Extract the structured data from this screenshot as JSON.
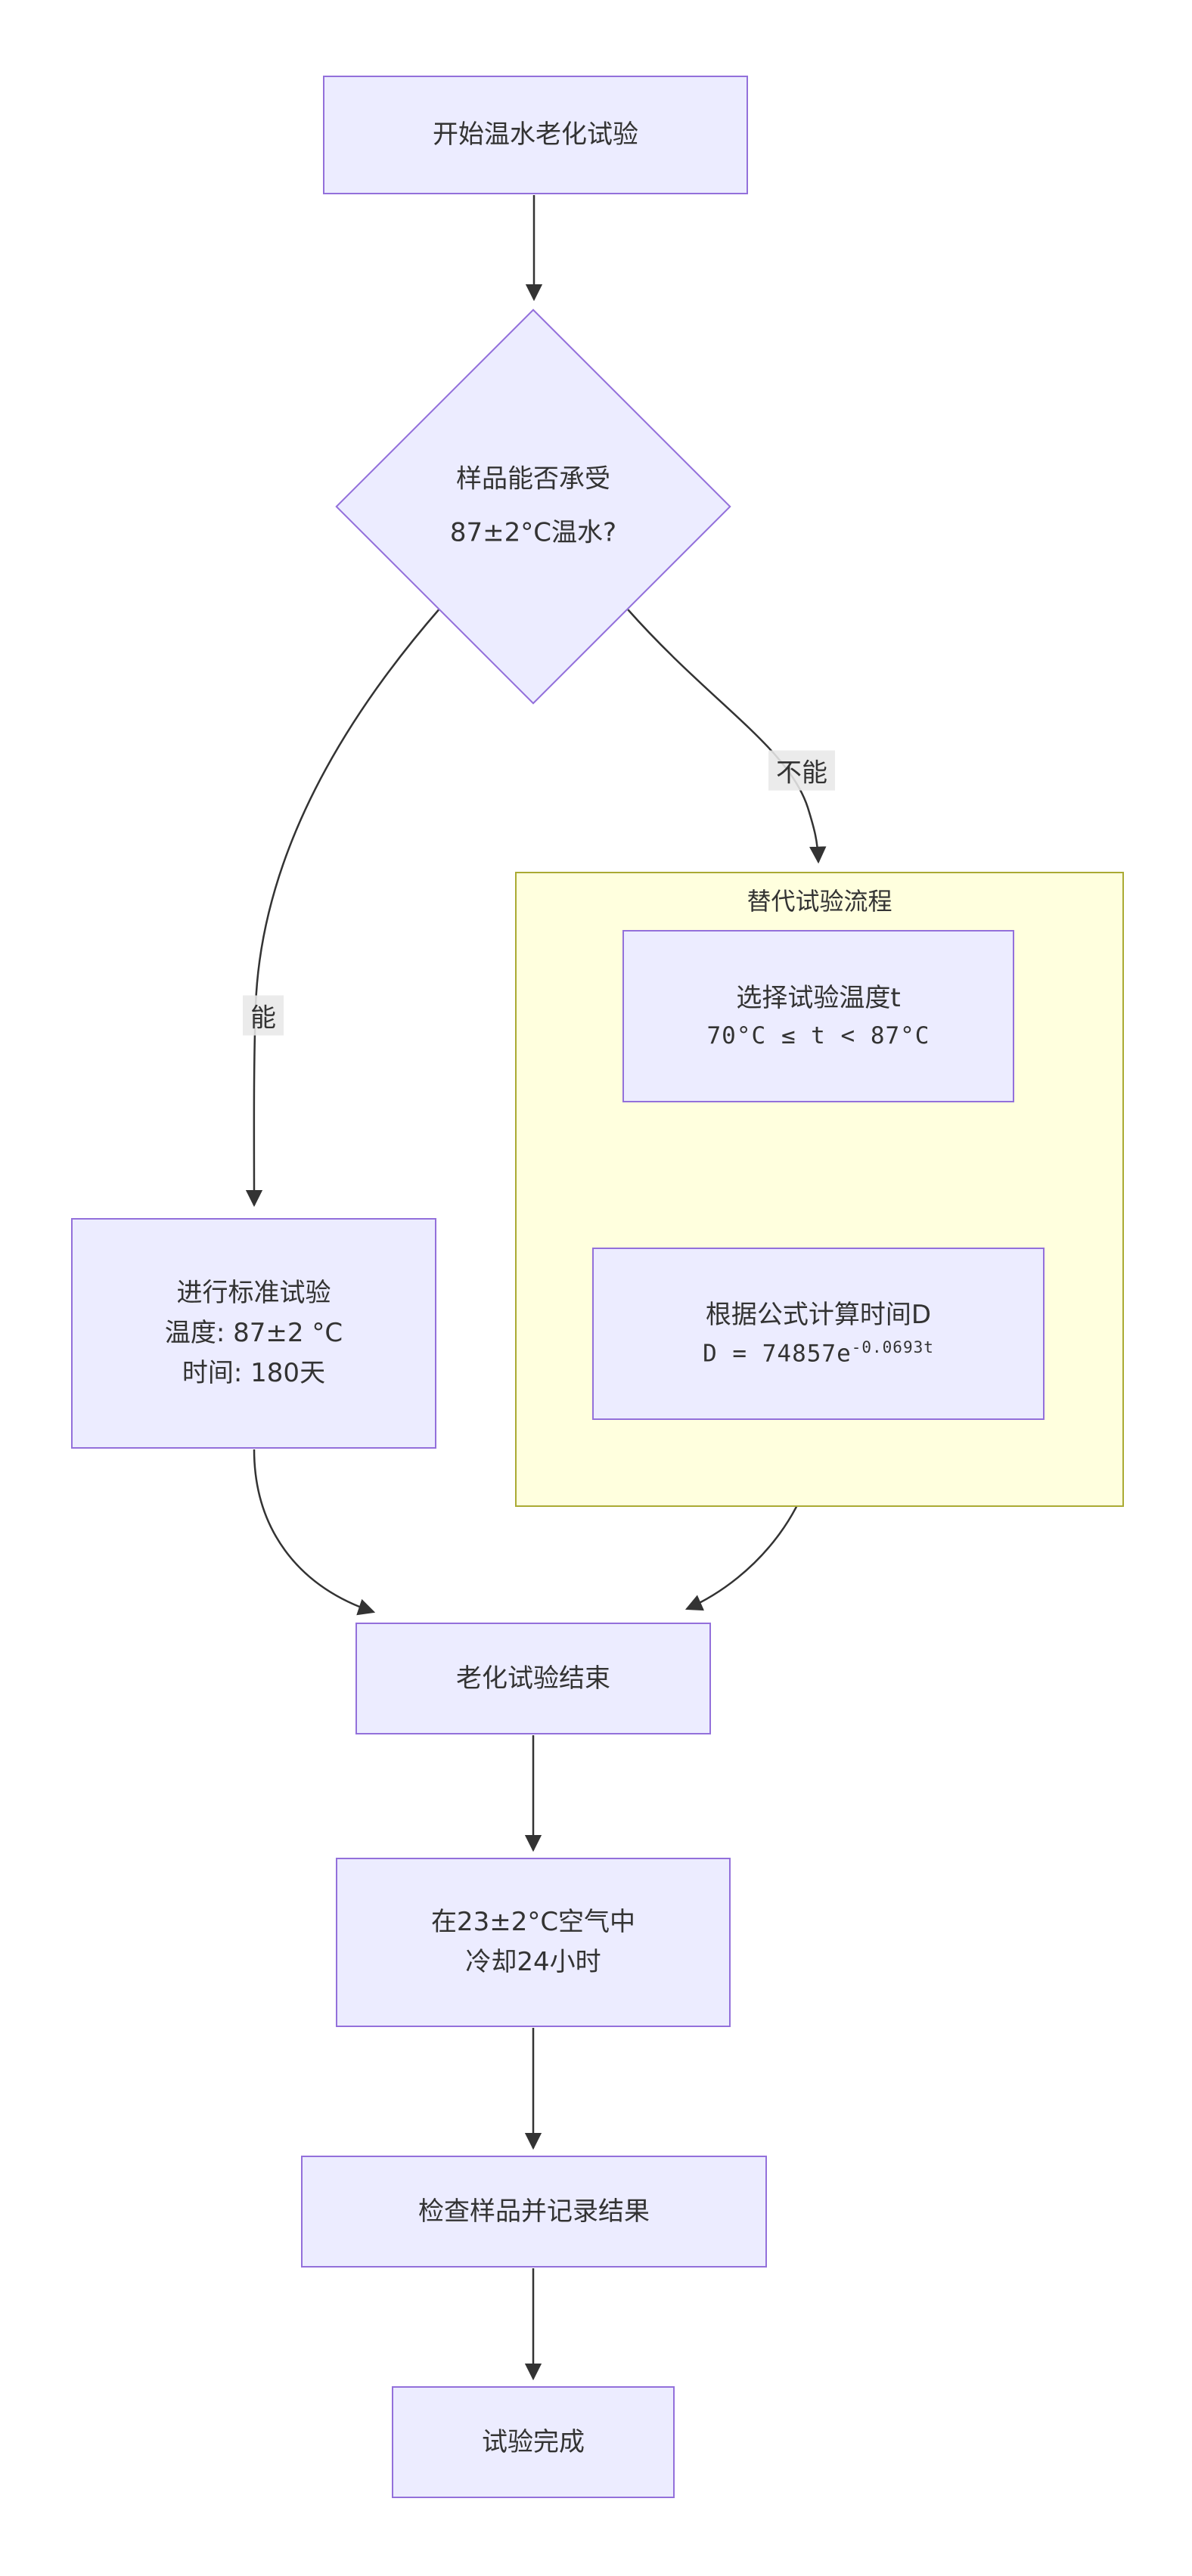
{
  "nodes": {
    "start": {
      "label": "开始温水老化试验"
    },
    "decision": {
      "line1": "样品能否承受",
      "line2": "87±2°C温水?"
    },
    "standard": {
      "line1": "进行标准试验",
      "line2": "温度: 87±2 °C",
      "line3": "时间: 180天"
    },
    "choose_temp": {
      "line1": "选择试验温度t",
      "line2": "70°C ≤ t < 87°C"
    },
    "formula": {
      "line1": "根据公式计算时间D",
      "base": "D = 74857e",
      "exp": "-0.0693t"
    },
    "aging_end": {
      "label": "老化试验结束"
    },
    "cooling": {
      "line1": "在23±2°C空气中",
      "line2": "冷却24小时"
    },
    "inspect": {
      "label": "检查样品并记录结果"
    },
    "done": {
      "label": "试验完成"
    }
  },
  "subgraph": {
    "title": "替代试验流程"
  },
  "edge_labels": {
    "yes": "能",
    "no": "不能"
  },
  "colors": {
    "node_fill": "#ECECFF",
    "node_border": "#9370DB",
    "subgraph_fill": "#FFFFDE",
    "subgraph_border": "#AAAA33",
    "edge": "#333333",
    "text": "#333333",
    "edge_label_bg": "#E8E8E8"
  }
}
